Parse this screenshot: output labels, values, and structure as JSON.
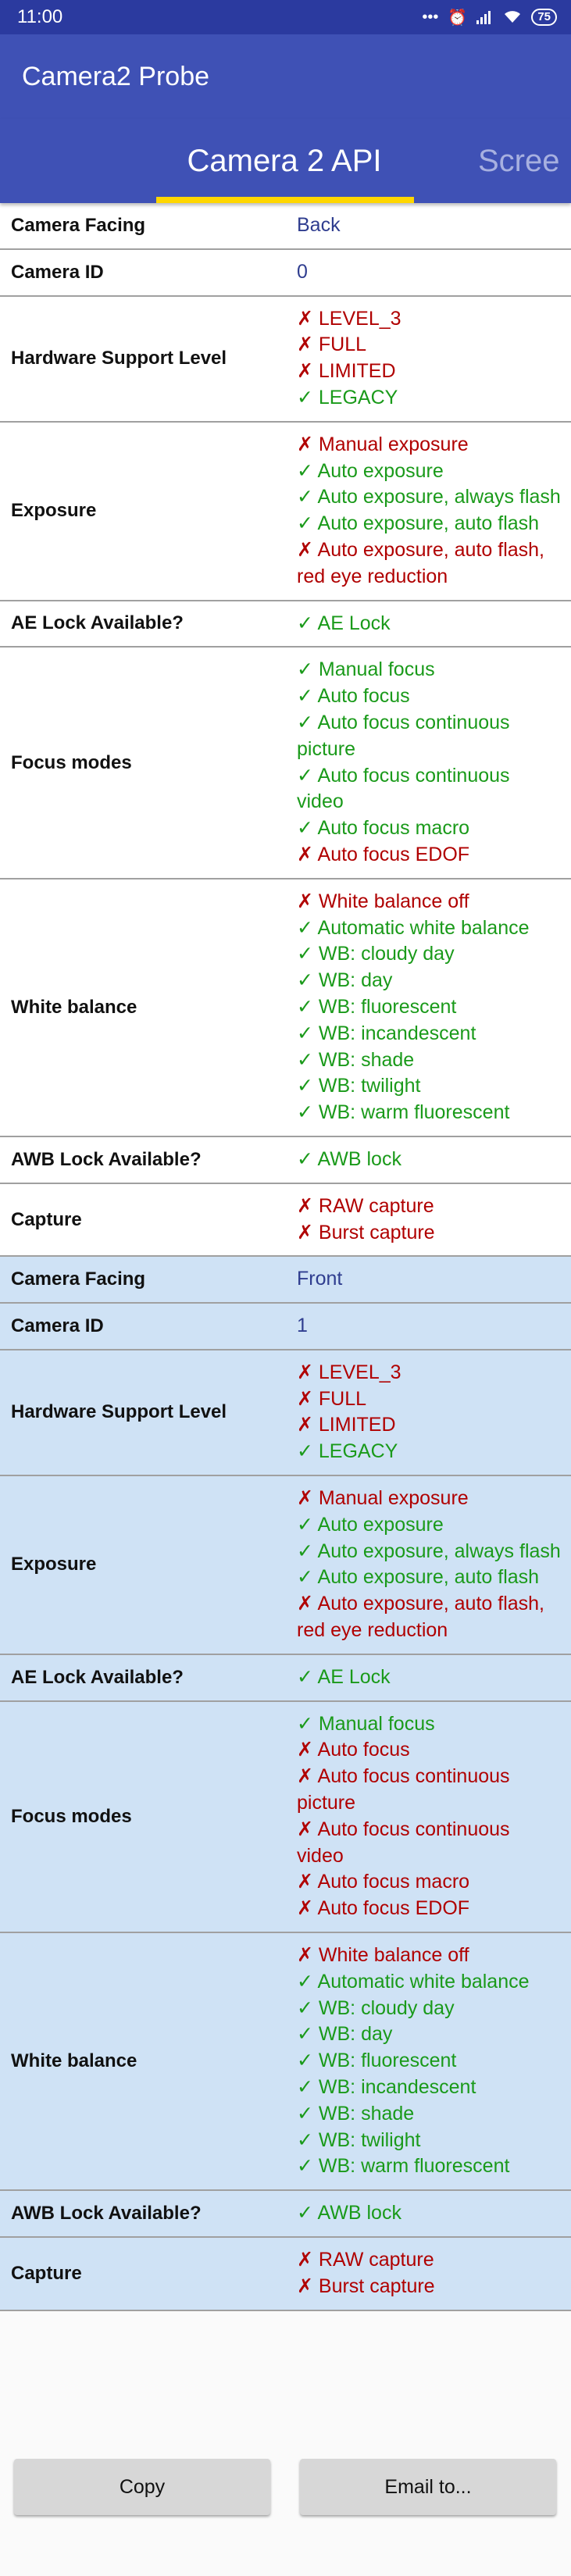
{
  "status_bar": {
    "time": "11:00",
    "battery": "75"
  },
  "app": {
    "title": "Camera2 Probe"
  },
  "tabs": [
    {
      "label": "Camera 2 API"
    },
    {
      "label": "Scree"
    }
  ],
  "cameras": [
    {
      "facing_label": "Camera Facing",
      "facing": "Back",
      "id_label": "Camera ID",
      "id": "0",
      "hw_label": "Hardware Support Level",
      "hw_levels": [
        {
          "name": "LEVEL_3",
          "ok": false
        },
        {
          "name": "FULL",
          "ok": false
        },
        {
          "name": "LIMITED",
          "ok": false
        },
        {
          "name": "LEGACY",
          "ok": true
        }
      ],
      "exposure_label": "Exposure",
      "exposure": [
        {
          "name": "Manual exposure",
          "ok": false
        },
        {
          "name": "Auto exposure",
          "ok": true
        },
        {
          "name": "Auto exposure, always flash",
          "ok": true
        },
        {
          "name": "Auto exposure, auto flash",
          "ok": true
        },
        {
          "name": "Auto exposure, auto flash, red eye reduction",
          "ok": false
        }
      ],
      "ae_lock_label": "AE Lock Available?",
      "ae_lock": [
        {
          "name": "AE Lock",
          "ok": true
        }
      ],
      "focus_label": "Focus modes",
      "focus": [
        {
          "name": "Manual focus",
          "ok": true
        },
        {
          "name": "Auto focus",
          "ok": true
        },
        {
          "name": "Auto focus continuous picture",
          "ok": true
        },
        {
          "name": "Auto focus continuous video",
          "ok": true
        },
        {
          "name": "Auto focus macro",
          "ok": true
        },
        {
          "name": "Auto focus EDOF",
          "ok": false
        }
      ],
      "wb_label": "White balance",
      "wb": [
        {
          "name": "White balance off",
          "ok": false
        },
        {
          "name": "Automatic white balance",
          "ok": true
        },
        {
          "name": "WB: cloudy day",
          "ok": true
        },
        {
          "name": "WB: day",
          "ok": true
        },
        {
          "name": "WB: fluorescent",
          "ok": true
        },
        {
          "name": "WB: incandescent",
          "ok": true
        },
        {
          "name": "WB: shade",
          "ok": true
        },
        {
          "name": "WB: twilight",
          "ok": true
        },
        {
          "name": "WB: warm fluorescent",
          "ok": true
        }
      ],
      "awb_lock_label": "AWB Lock Available?",
      "awb_lock": [
        {
          "name": "AWB lock",
          "ok": true
        }
      ],
      "capture_label": "Capture",
      "capture": [
        {
          "name": "RAW capture",
          "ok": false
        },
        {
          "name": "Burst capture",
          "ok": false
        }
      ]
    },
    {
      "facing_label": "Camera Facing",
      "facing": "Front",
      "id_label": "Camera ID",
      "id": "1",
      "hw_label": "Hardware Support Level",
      "hw_levels": [
        {
          "name": "LEVEL_3",
          "ok": false
        },
        {
          "name": "FULL",
          "ok": false
        },
        {
          "name": "LIMITED",
          "ok": false
        },
        {
          "name": "LEGACY",
          "ok": true
        }
      ],
      "exposure_label": "Exposure",
      "exposure": [
        {
          "name": "Manual exposure",
          "ok": false
        },
        {
          "name": "Auto exposure",
          "ok": true
        },
        {
          "name": "Auto exposure, always flash",
          "ok": true
        },
        {
          "name": "Auto exposure, auto flash",
          "ok": true
        },
        {
          "name": "Auto exposure, auto flash, red eye reduction",
          "ok": false
        }
      ],
      "ae_lock_label": "AE Lock Available?",
      "ae_lock": [
        {
          "name": "AE Lock",
          "ok": true
        }
      ],
      "focus_label": "Focus modes",
      "focus": [
        {
          "name": "Manual focus",
          "ok": true
        },
        {
          "name": "Auto focus",
          "ok": false
        },
        {
          "name": "Auto focus continuous picture",
          "ok": false
        },
        {
          "name": "Auto focus continuous video",
          "ok": false
        },
        {
          "name": "Auto focus macro",
          "ok": false
        },
        {
          "name": "Auto focus EDOF",
          "ok": false
        }
      ],
      "wb_label": "White balance",
      "wb": [
        {
          "name": "White balance off",
          "ok": false
        },
        {
          "name": "Automatic white balance",
          "ok": true
        },
        {
          "name": "WB: cloudy day",
          "ok": true
        },
        {
          "name": "WB: day",
          "ok": true
        },
        {
          "name": "WB: fluorescent",
          "ok": true
        },
        {
          "name": "WB: incandescent",
          "ok": true
        },
        {
          "name": "WB: shade",
          "ok": true
        },
        {
          "name": "WB: twilight",
          "ok": true
        },
        {
          "name": "WB: warm fluorescent",
          "ok": true
        }
      ],
      "awb_lock_label": "AWB Lock Available?",
      "awb_lock": [
        {
          "name": "AWB lock",
          "ok": true
        }
      ],
      "capture_label": "Capture",
      "capture": [
        {
          "name": "RAW capture",
          "ok": false
        },
        {
          "name": "Burst capture",
          "ok": false
        }
      ]
    }
  ],
  "marks": {
    "ok": "✓",
    "no": "✗"
  },
  "buttons": {
    "copy": "Copy",
    "email": "Email to..."
  },
  "colors": {
    "primary": "#3f51b5",
    "primary_dark": "#2b3a9f",
    "accent": "#ffd600",
    "supported": "#1a9a1a",
    "unsupported": "#b00000",
    "front_row": "#cfe2f5"
  }
}
